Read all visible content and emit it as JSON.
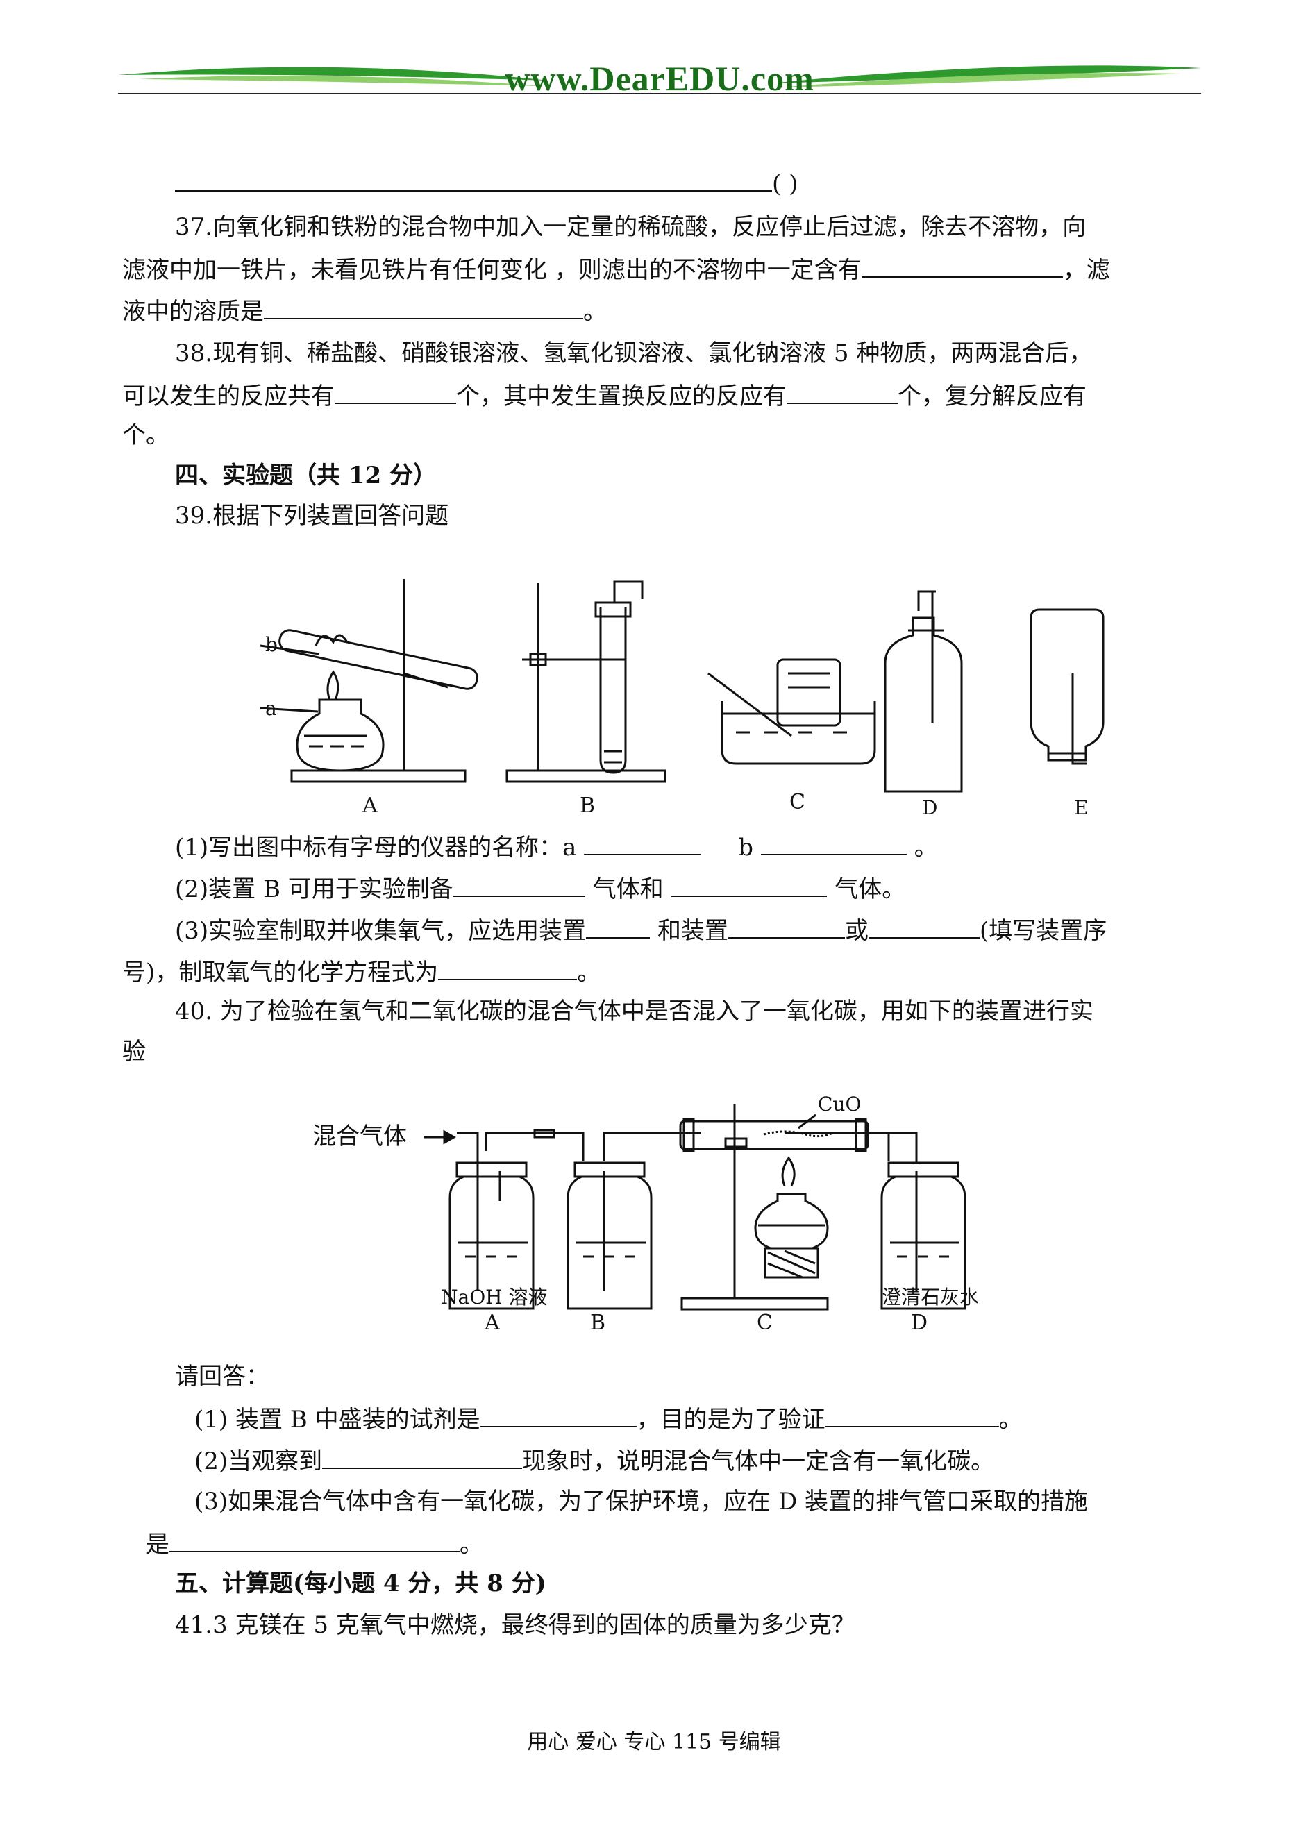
{
  "header": {
    "site": "www.DearEDU.com"
  },
  "lines": {
    "prev_paren": "(                    )",
    "q37_1": "37.向氧化铜和铁粉的混合物中加入一定量的稀硫酸，反应停止后过滤，除去不溶物，向",
    "q37_2a": "滤液中加一铁片，未看见铁片有任何变化 ，则滤出的不溶物中一定含有",
    "q37_2b": "，滤",
    "q37_3a": "液中的溶质是",
    "q37_3b": "。",
    "q38_1": "38.现有铜、稀盐酸、硝酸银溶液、氢氧化钡溶液、氯化钠溶液 5 种物质，两两混合后，",
    "q38_2a": "可以发生的反应共有",
    "q38_2b": "个，其中发生置换反应的反应有",
    "q38_2c": "个，复分解反应有",
    "q38_3": "个。",
    "sec4": "四、实验题（共 12 分）",
    "q39": "39.根据下列装置回答问题",
    "q39_1a": "(1)写出图中标有字母的仪器的名称：a",
    "q39_1b": "b",
    "q39_1c": "。",
    "q39_2a": "(2)装置 B 可用于实验制备",
    "q39_2b": "气体和",
    "q39_2c": "气体。",
    "q39_3a": "(3)实验室制取并收集氧气，应选用装置",
    "q39_3b": "和装置",
    "q39_3c": "或",
    "q39_3d": "(填写装置序",
    "q39_4a": "号)，制取氧气的化学方程式为",
    "q39_4b": "。",
    "q40_1": "40. 为了检验在氢气和二氧化碳的混合气体中是否混入了一氧化碳，用如下的装置进行实",
    "q40_2": "验",
    "ans": "请回答：",
    "q40_a1a": "(1) 装置 B 中盛装的试剂是",
    "q40_a1b": "，目的是为了验证",
    "q40_a1c": "。",
    "q40_a2a": "(2)当观察到",
    "q40_a2b": "现象时，说明混合气体中一定含有一氧化碳。",
    "q40_a3": "(3)如果混合气体中含有一氧化碳，为了保护环境，应在 D 装置的排气管口采取的措施",
    "q40_a4a": "是",
    "q40_a4b": "。",
    "sec5": "五、计算题(每小题 4 分，共 8 分)",
    "q41": "41.3 克镁在 5 克氧气中燃烧，最终得到的固体的质量为多少克？"
  },
  "fig1": {
    "labels": {
      "a": "a",
      "b": "b",
      "A": "A",
      "B": "B",
      "C": "C",
      "D": "D",
      "E": "E"
    }
  },
  "fig2": {
    "labels": {
      "mix": "混合气体",
      "cuo": "CuO",
      "naoh": "NaOH 溶液",
      "lime": "澄清石灰水",
      "A": "A",
      "B": "B",
      "C": "C",
      "D": "D"
    }
  },
  "footer": {
    "text": "用心  爱心  专心    115 号编辑"
  }
}
